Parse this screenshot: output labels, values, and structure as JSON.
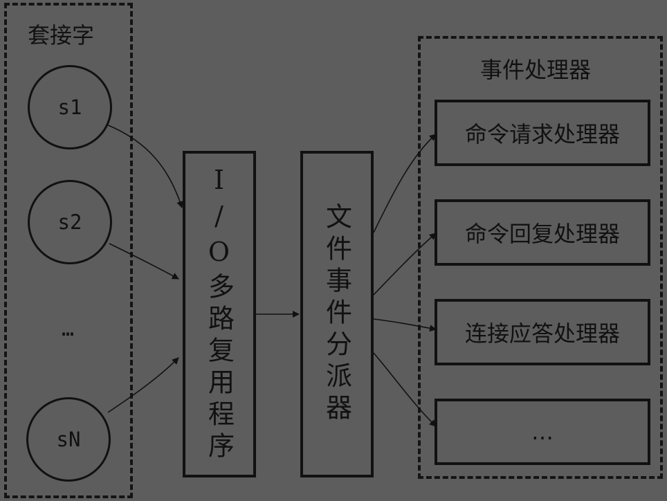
{
  "sockets_group": {
    "title": "套接字",
    "items": [
      "s1",
      "s2",
      "…",
      "sN"
    ]
  },
  "multiplexer": {
    "label": "I/O多路复用程序"
  },
  "dispatcher": {
    "label": "文件事件分派器"
  },
  "handlers_group": {
    "title": "事件处理器",
    "items": [
      "命令请求处理器",
      "命令回复处理器",
      "连接应答处理器",
      "…"
    ]
  },
  "colors": {
    "background": "#5d5d5d",
    "stroke": "#111111"
  }
}
